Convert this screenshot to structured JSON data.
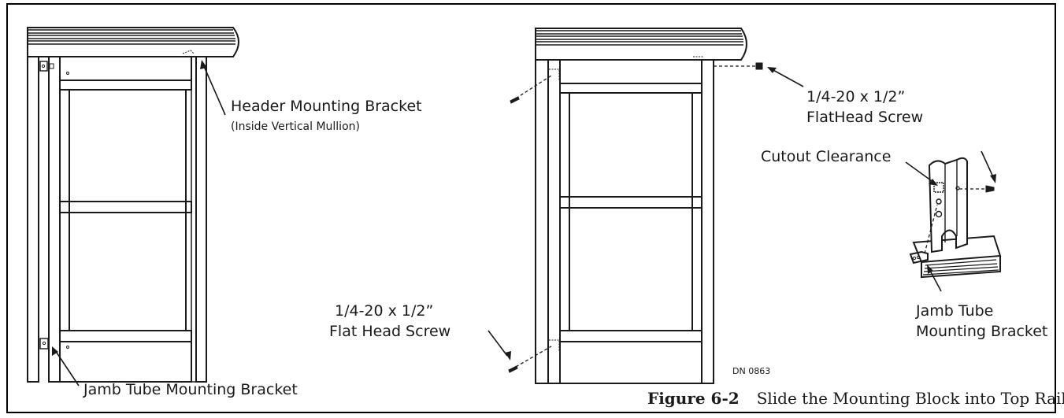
{
  "labels": {
    "header_bracket": "Header Mounting Bracket",
    "header_bracket_note": "(Inside Vertical Mullion)",
    "jamb_bracket_left": "Jamb Tube Mounting Bracket",
    "screw_left_line1": "1/4-20 x 1/2”",
    "screw_left_line2": "Flat Head Screw",
    "screw_right_line1": "1/4-20 x 1/2”",
    "screw_right_line2": "FlatHead Screw",
    "cutout": "Cutout Clearance",
    "jamb_bracket_right_line1": "Jamb Tube",
    "jamb_bracket_right_line2": "Mounting Bracket",
    "drawing_number": "DN 0863"
  },
  "caption": {
    "figure": "Figure 6-2",
    "text": "Slide the Mounting Block into Top Rail"
  }
}
